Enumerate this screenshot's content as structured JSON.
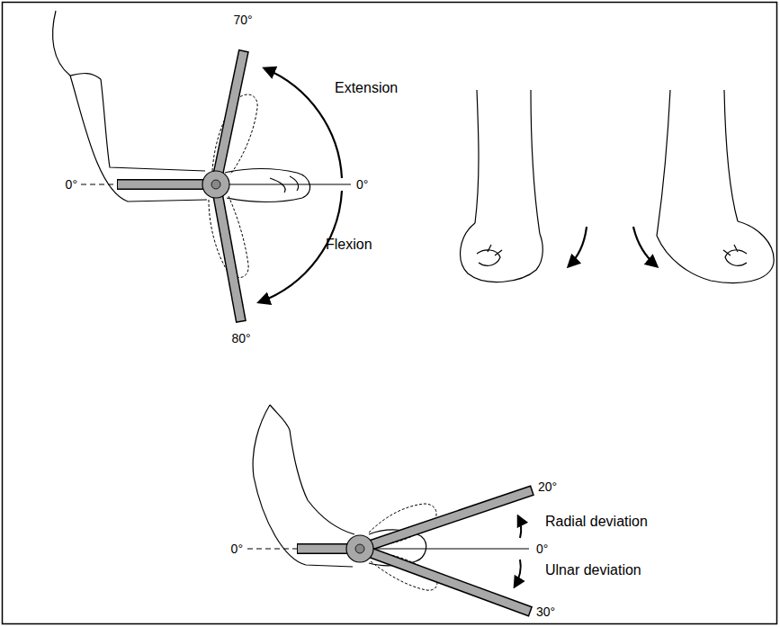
{
  "diagram": {
    "labels": [
      "70°",
      "Extension",
      "0°",
      "0°",
      "Flexion",
      "80°",
      "20°",
      "Radial deviation",
      "0°",
      "0°",
      "Ulnar deviation",
      "30°"
    ]
  }
}
